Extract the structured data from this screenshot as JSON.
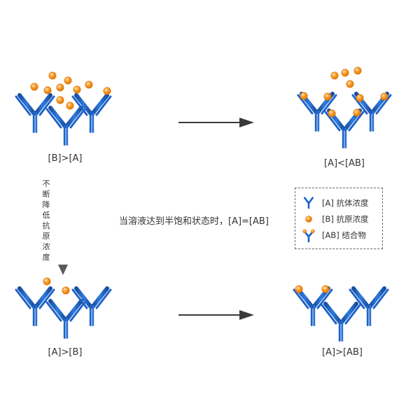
{
  "labels": {
    "top_left": "[B]>[A]",
    "top_right": "[A]<[AB]",
    "bottom_left": "[A]>[B]",
    "bottom_right": "[A]>[AB]"
  },
  "vertical_label": "不断降低抗原浓度",
  "caption": "当溶液达到半饱和状态时，[A]=[AB]",
  "legend": {
    "antibody": "[A] 抗体浓度",
    "antigen": "[B] 抗原浓度",
    "complex": "[AB] 结合物"
  },
  "colors": {
    "antibody": "#1f63c8",
    "antigen": "#f7941d",
    "arrow": "#3a3a3a"
  }
}
